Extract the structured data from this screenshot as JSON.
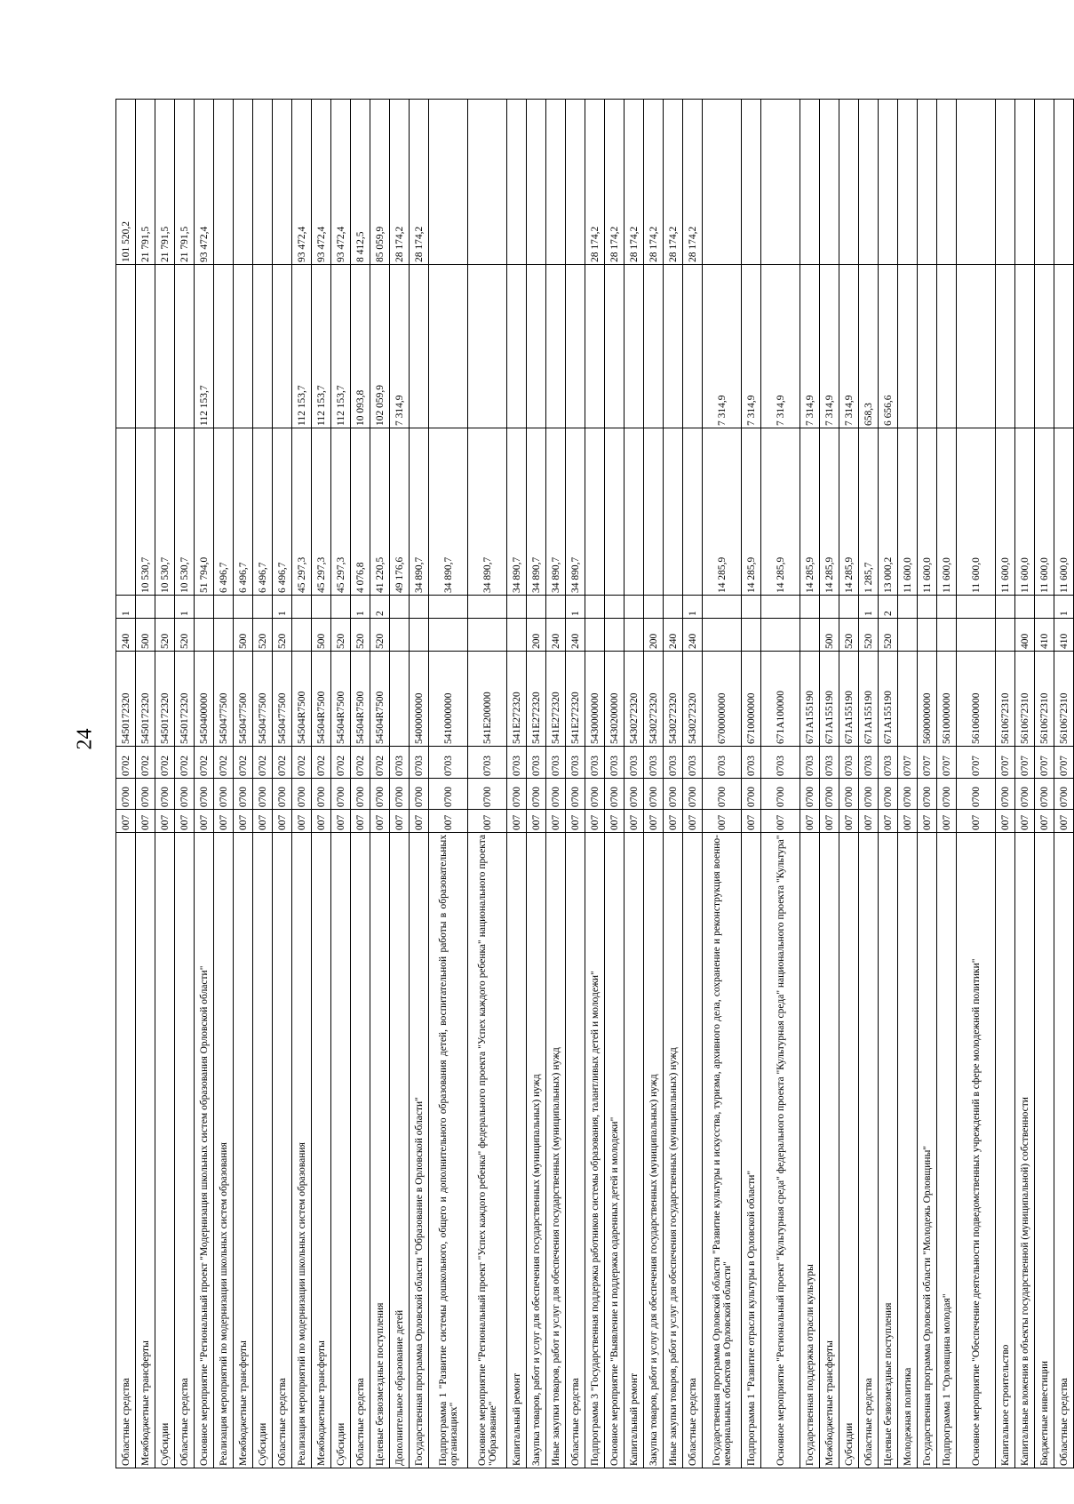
{
  "page_number": "24",
  "rows": [
    {
      "name": "Областные средства",
      "g": "007",
      "r": "0700",
      "p": "0702",
      "cs": "5450172320",
      "vr": "240",
      "k": "1",
      "v1": "",
      "v2": "",
      "v3": "101 520,2"
    },
    {
      "name": "Межбюджетные трансферты",
      "g": "007",
      "r": "0700",
      "p": "0702",
      "cs": "5450172320",
      "vr": "500",
      "k": "",
      "v1": "10 530,7",
      "v2": "",
      "v3": "21 791,5"
    },
    {
      "name": "Субсидии",
      "g": "007",
      "r": "0700",
      "p": "0702",
      "cs": "5450172320",
      "vr": "520",
      "k": "",
      "v1": "10 530,7",
      "v2": "",
      "v3": "21 791,5"
    },
    {
      "name": "Областные средства",
      "g": "007",
      "r": "0700",
      "p": "0702",
      "cs": "5450172320",
      "vr": "520",
      "k": "1",
      "v1": "10 530,7",
      "v2": "",
      "v3": "21 791,5"
    },
    {
      "name": "Основное мероприятие \"Региональный проект \"Модернизация школьных систем образования Орловской области\"",
      "g": "007",
      "r": "0700",
      "p": "0702",
      "cs": "5450400000",
      "vr": "",
      "k": "",
      "v1": "51 794,0",
      "v2": "112 153,7",
      "v3": "93 472,4"
    },
    {
      "name": "Реализация мероприятий по модернизации школьных систем образования",
      "g": "007",
      "r": "0700",
      "p": "0702",
      "cs": "5450477500",
      "vr": "",
      "k": "",
      "v1": "6 496,7",
      "v2": "",
      "v3": ""
    },
    {
      "name": "Межбюджетные трансферты",
      "g": "007",
      "r": "0700",
      "p": "0702",
      "cs": "5450477500",
      "vr": "500",
      "k": "",
      "v1": "6 496,7",
      "v2": "",
      "v3": ""
    },
    {
      "name": "Субсидии",
      "g": "007",
      "r": "0700",
      "p": "0702",
      "cs": "5450477500",
      "vr": "520",
      "k": "",
      "v1": "6 496,7",
      "v2": "",
      "v3": ""
    },
    {
      "name": "Областные средства",
      "g": "007",
      "r": "0700",
      "p": "0702",
      "cs": "5450477500",
      "vr": "520",
      "k": "1",
      "v1": "6 496,7",
      "v2": "",
      "v3": ""
    },
    {
      "name": "Реализация мероприятий по модернизации школьных систем образования",
      "g": "007",
      "r": "0700",
      "p": "0702",
      "cs": "54504R7500",
      "vr": "",
      "k": "",
      "v1": "45 297,3",
      "v2": "112 153,7",
      "v3": "93 472,4"
    },
    {
      "name": "Межбюджетные трансферты",
      "g": "007",
      "r": "0700",
      "p": "0702",
      "cs": "54504R7500",
      "vr": "500",
      "k": "",
      "v1": "45 297,3",
      "v2": "112 153,7",
      "v3": "93 472,4"
    },
    {
      "name": "Субсидии",
      "g": "007",
      "r": "0700",
      "p": "0702",
      "cs": "54504R7500",
      "vr": "520",
      "k": "",
      "v1": "45 297,3",
      "v2": "112 153,7",
      "v3": "93 472,4"
    },
    {
      "name": "Областные средства",
      "g": "007",
      "r": "0700",
      "p": "0702",
      "cs": "54504R7500",
      "vr": "520",
      "k": "1",
      "v1": "4 076,8",
      "v2": "10 093,8",
      "v3": "8 412,5"
    },
    {
      "name": "Целевые безвозмездные поступления",
      "g": "007",
      "r": "0700",
      "p": "0702",
      "cs": "54504R7500",
      "vr": "520",
      "k": "2",
      "v1": "41 220,5",
      "v2": "102 059,9",
      "v3": "85 059,9"
    },
    {
      "name": "Дополнительное образование детей",
      "g": "007",
      "r": "0700",
      "p": "0703",
      "cs": "",
      "vr": "",
      "k": "",
      "v1": "49 176,6",
      "v2": "7 314,9",
      "v3": "28 174,2"
    },
    {
      "name": "Государственная программа Орловской области \"Образование в Орловской области\"",
      "g": "007",
      "r": "0700",
      "p": "0703",
      "cs": "5400000000",
      "vr": "",
      "k": "",
      "v1": "34 890,7",
      "v2": "",
      "v3": "28 174,2"
    },
    {
      "name": "Подпрограмма 1 \"Развитие системы дошкольного, общего и дополнительного образования детей, воспитательной работы в образовательных организациях\"",
      "g": "007",
      "r": "0700",
      "p": "0703",
      "cs": "5410000000",
      "vr": "",
      "k": "",
      "v1": "34 890,7",
      "v2": "",
      "v3": "",
      "two": true
    },
    {
      "name": "Основное мероприятие \"Региональный проект \"Успех каждого ребенка\" федерального проекта \"Успех каждого ребенка\" национального проекта \"Образование\"",
      "g": "007",
      "r": "0700",
      "p": "0703",
      "cs": "541E200000",
      "vr": "",
      "k": "",
      "v1": "34 890,7",
      "v2": "",
      "v3": "",
      "two": true
    },
    {
      "name": "Капитальный ремонт",
      "g": "007",
      "r": "0700",
      "p": "0703",
      "cs": "541E272320",
      "vr": "",
      "k": "",
      "v1": "34 890,7",
      "v2": "",
      "v3": ""
    },
    {
      "name": "Закупка товаров, работ и услуг для обеспечения государственных (муниципальных) нужд",
      "g": "007",
      "r": "0700",
      "p": "0703",
      "cs": "541E272320",
      "vr": "200",
      "k": "",
      "v1": "34 890,7",
      "v2": "",
      "v3": ""
    },
    {
      "name": "Иные закупки товаров, работ и услуг для обеспечения государственных (муниципальных) нужд",
      "g": "007",
      "r": "0700",
      "p": "0703",
      "cs": "541E272320",
      "vr": "240",
      "k": "",
      "v1": "34 890,7",
      "v2": "",
      "v3": ""
    },
    {
      "name": "Областные средства",
      "g": "007",
      "r": "0700",
      "p": "0703",
      "cs": "541E272320",
      "vr": "240",
      "k": "1",
      "v1": "34 890,7",
      "v2": "",
      "v3": ""
    },
    {
      "name": "Подпрограмма 3 \"Государственная поддержка работников системы образования, талантливых детей и молодежи\"",
      "g": "007",
      "r": "0700",
      "p": "0703",
      "cs": "5430000000",
      "vr": "",
      "k": "",
      "v1": "",
      "v2": "",
      "v3": "28 174,2"
    },
    {
      "name": "Основное мероприятие \"Выявление и поддержка одаренных детей и молодежи\"",
      "g": "007",
      "r": "0700",
      "p": "0703",
      "cs": "5430200000",
      "vr": "",
      "k": "",
      "v1": "",
      "v2": "",
      "v3": "28 174,2"
    },
    {
      "name": "Капитальный ремонт",
      "g": "007",
      "r": "0700",
      "p": "0703",
      "cs": "5430272320",
      "vr": "",
      "k": "",
      "v1": "",
      "v2": "",
      "v3": "28 174,2"
    },
    {
      "name": "Закупка товаров, работ и услуг для обеспечения государственных (муниципальных) нужд",
      "g": "007",
      "r": "0700",
      "p": "0703",
      "cs": "5430272320",
      "vr": "200",
      "k": "",
      "v1": "",
      "v2": "",
      "v3": "28 174,2"
    },
    {
      "name": "Иные закупки товаров, работ и услуг для обеспечения государственных (муниципальных) нужд",
      "g": "007",
      "r": "0700",
      "p": "0703",
      "cs": "5430272320",
      "vr": "240",
      "k": "",
      "v1": "",
      "v2": "",
      "v3": "28 174,2"
    },
    {
      "name": "Областные средства",
      "g": "007",
      "r": "0700",
      "p": "0703",
      "cs": "5430272320",
      "vr": "240",
      "k": "1",
      "v1": "",
      "v2": "",
      "v3": "28 174,2"
    },
    {
      "name": "Государственная программа Орловской области \"Развитие культуры и искусства, туризма, архивного дела, сохранение и реконструкция военно-мемориальных объектов в Орловской области\"",
      "g": "007",
      "r": "0700",
      "p": "0703",
      "cs": "6700000000",
      "vr": "",
      "k": "",
      "v1": "14 285,9",
      "v2": "7 314,9",
      "v3": "",
      "two": true
    },
    {
      "name": "Подпрограмма 1 \"Развитие отрасли культуры в Орловской области\"",
      "g": "007",
      "r": "0700",
      "p": "0703",
      "cs": "6710000000",
      "vr": "",
      "k": "",
      "v1": "14 285,9",
      "v2": "7 314,9",
      "v3": ""
    },
    {
      "name": "Основное мероприятие \"Региональный проект \"Культурная среда\" федерального проекта \"Культурная среда\" национального проекта \"Культура\"",
      "g": "007",
      "r": "0700",
      "p": "0703",
      "cs": "671A100000",
      "vr": "",
      "k": "",
      "v1": "14 285,9",
      "v2": "7 314,9",
      "v3": "",
      "two": true
    },
    {
      "name": "Государственная поддержка отрасли культуры",
      "g": "007",
      "r": "0700",
      "p": "0703",
      "cs": "671A155190",
      "vr": "",
      "k": "",
      "v1": "14 285,9",
      "v2": "7 314,9",
      "v3": ""
    },
    {
      "name": "Межбюджетные трансферты",
      "g": "007",
      "r": "0700",
      "p": "0703",
      "cs": "671A155190",
      "vr": "500",
      "k": "",
      "v1": "14 285,9",
      "v2": "7 314,9",
      "v3": ""
    },
    {
      "name": "Субсидии",
      "g": "007",
      "r": "0700",
      "p": "0703",
      "cs": "671A155190",
      "vr": "520",
      "k": "",
      "v1": "14 285,9",
      "v2": "7 314,9",
      "v3": ""
    },
    {
      "name": "Областные средства",
      "g": "007",
      "r": "0700",
      "p": "0703",
      "cs": "671A155190",
      "vr": "520",
      "k": "1",
      "v1": "1 285,7",
      "v2": "658,3",
      "v3": ""
    },
    {
      "name": "Целевые безвозмездные поступления",
      "g": "007",
      "r": "0700",
      "p": "0703",
      "cs": "671A155190",
      "vr": "520",
      "k": "2",
      "v1": "13 000,2",
      "v2": "6 656,6",
      "v3": ""
    },
    {
      "name": "Молодежная политика",
      "g": "007",
      "r": "0700",
      "p": "0707",
      "cs": "",
      "vr": "",
      "k": "",
      "v1": "11 600,0",
      "v2": "",
      "v3": ""
    },
    {
      "name": "Государственная программа Орловской области \"Молодежь Орловщины\"",
      "g": "007",
      "r": "0700",
      "p": "0707",
      "cs": "5600000000",
      "vr": "",
      "k": "",
      "v1": "11 600,0",
      "v2": "",
      "v3": ""
    },
    {
      "name": "Подпрограмма 1 \"Орловщина молодая\"",
      "g": "007",
      "r": "0700",
      "p": "0707",
      "cs": "5610000000",
      "vr": "",
      "k": "",
      "v1": "11 600,0",
      "v2": "",
      "v3": ""
    },
    {
      "name": "Основное мероприятие \"Обеспечение деятельности подведомственных учреждений в сфере молодежной политики\"",
      "g": "007",
      "r": "0700",
      "p": "0707",
      "cs": "5610600000",
      "vr": "",
      "k": "",
      "v1": "11 600,0",
      "v2": "",
      "v3": "",
      "two": true
    },
    {
      "name": "Капитальное строительство",
      "g": "007",
      "r": "0700",
      "p": "0707",
      "cs": "5610672310",
      "vr": "",
      "k": "",
      "v1": "11 600,0",
      "v2": "",
      "v3": ""
    },
    {
      "name": "Капитальные вложения в объекты государственной (муниципальной) собственности",
      "g": "007",
      "r": "0700",
      "p": "0707",
      "cs": "5610672310",
      "vr": "400",
      "k": "",
      "v1": "11 600,0",
      "v2": "",
      "v3": ""
    },
    {
      "name": "Бюджетные инвестиции",
      "g": "007",
      "r": "0700",
      "p": "0707",
      "cs": "5610672310",
      "vr": "410",
      "k": "",
      "v1": "11 600,0",
      "v2": "",
      "v3": ""
    },
    {
      "name": "Областные средства",
      "g": "007",
      "r": "0700",
      "p": "0707",
      "cs": "5610672310",
      "vr": "410",
      "k": "1",
      "v1": "11 600,0",
      "v2": "",
      "v3": ""
    }
  ]
}
